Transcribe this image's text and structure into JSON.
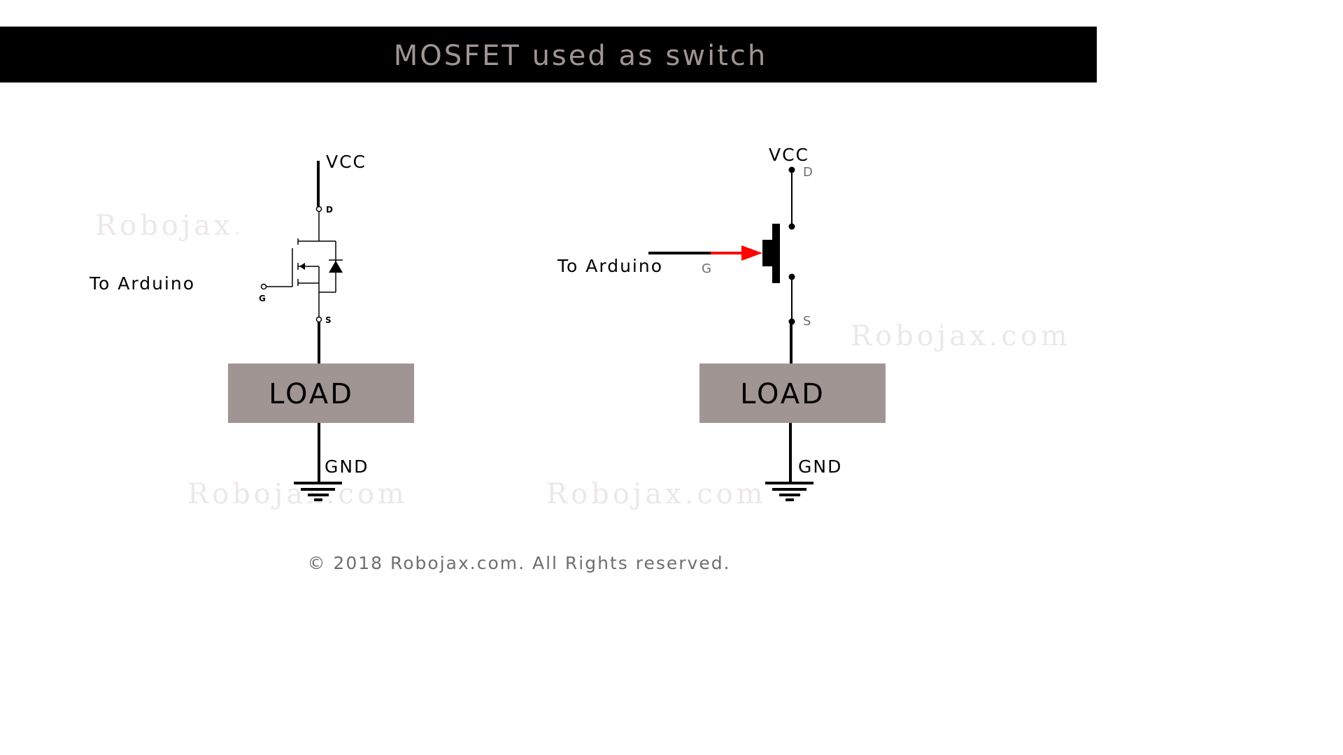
{
  "title": "MOSFET used as switch",
  "colors": {
    "title_bar": "#000000",
    "title_text": "#a09593",
    "load_fill": "#a09593",
    "watermark": "#ece8e7",
    "copyright": "#6e6e6e",
    "gate_arrow": "#ff0000",
    "wire": "#000000"
  },
  "left_circuit": {
    "vcc_label": "VCC",
    "drain_label": "D",
    "gate_label": "G",
    "source_label": "S",
    "input_label": "To Arduino",
    "load_label": "LOAD",
    "gnd_label": "GND",
    "symbol": "n-channel-mosfet-with-body-diode"
  },
  "right_circuit": {
    "vcc_label": "VCC",
    "drain_label": "D",
    "gate_label": "G",
    "source_label": "S",
    "input_label": "To Arduino",
    "load_label": "LOAD",
    "gnd_label": "GND",
    "symbol": "mosfet-as-switch"
  },
  "watermarks": [
    "Robojax.c",
    "Robojax.com",
    "Robojax.com",
    "Robojax.com"
  ],
  "copyright": "© 2018 Robojax.com. All Rights reserved."
}
